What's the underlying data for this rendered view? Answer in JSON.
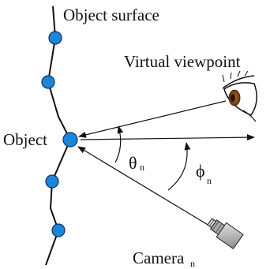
{
  "labels": {
    "object_surface": "Object surface",
    "virtual_viewpoint": "Virtual viewpoint",
    "object": "Object",
    "theta": "θ",
    "theta_sub": "n",
    "phi": "ϕ",
    "phi_sub": "n",
    "camera": "Camera",
    "camera_sub": "n"
  },
  "colors": {
    "point_fill": "#1c86d6",
    "point_stroke": "#0b2d6b",
    "line": "#111111",
    "iris": "#8a4a1a",
    "pupil": "#2a1508",
    "camera_body": "#bfbfbf",
    "camera_shade": "#8c8c8c"
  },
  "icons": {
    "eye": "eye-icon",
    "camera": "camera-icon"
  }
}
